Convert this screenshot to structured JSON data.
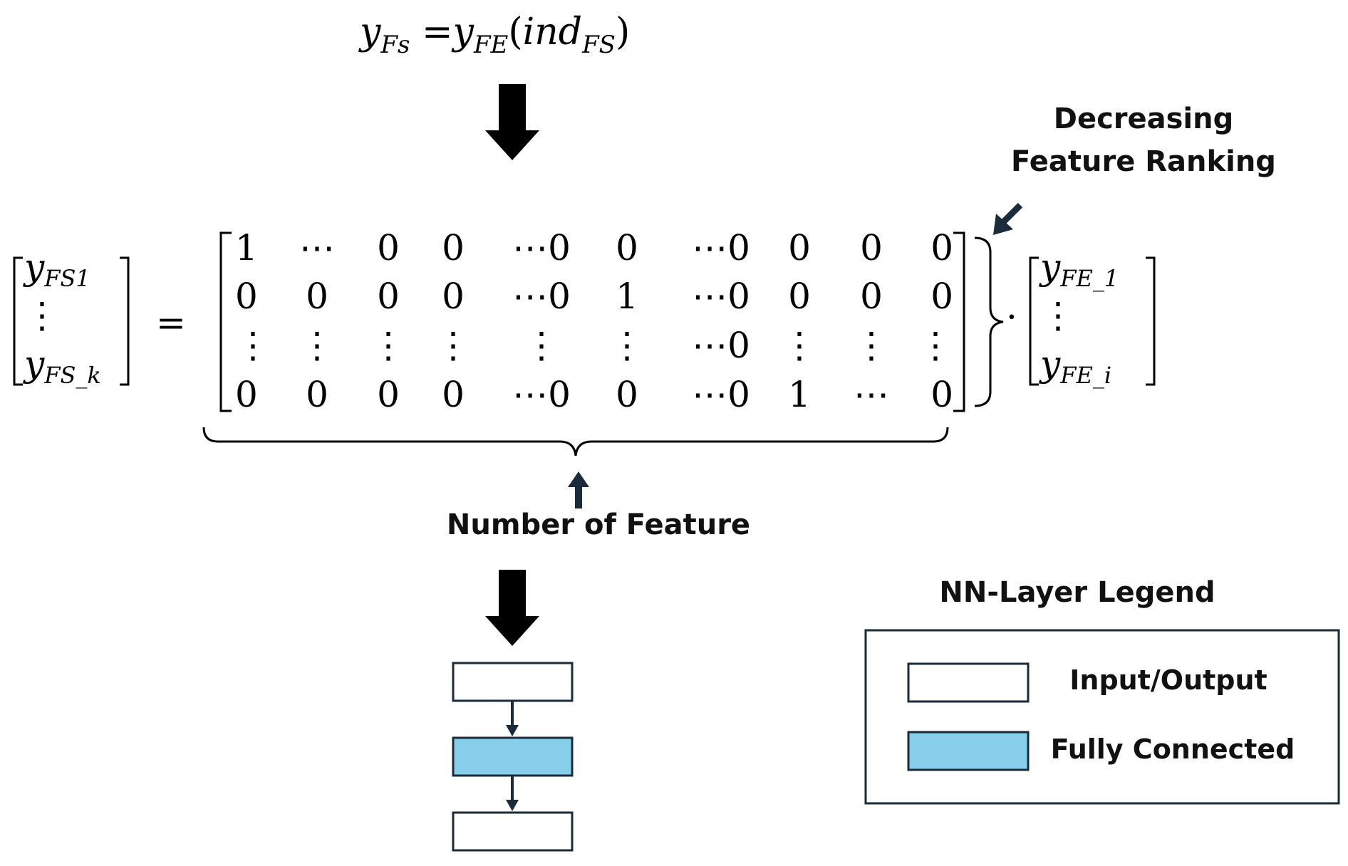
{
  "formula": {
    "lhs": "y",
    "lhs_sub": "Fs",
    "eq": " =",
    "rhs": "y",
    "rhs_sub": "FE",
    "paren_open": "(",
    "arg": "ind",
    "arg_sub": "FS",
    "paren_close": ")"
  },
  "left_vector": {
    "top": "y",
    "top_sub": "FS1",
    "bottom": "y",
    "bottom_sub": "FS_k",
    "vdots": "⋮"
  },
  "equals": "=",
  "matrix": {
    "rows": [
      [
        "1",
        "⋯",
        "0",
        "0",
        "⋯0",
        "0",
        "⋯0",
        "0",
        "0",
        "0"
      ],
      [
        "0",
        "0",
        "0",
        "0",
        "⋯0",
        "1",
        "⋯0",
        "0",
        "0",
        "0"
      ],
      [
        "⋮",
        "⋮",
        "⋮",
        "⋮",
        "⋮",
        "⋮",
        "⋯0",
        "⋮",
        "⋮",
        "⋮"
      ],
      [
        "0",
        "0",
        "0",
        "0",
        "⋯0",
        "0",
        "⋯0",
        "1",
        "⋯",
        "0"
      ]
    ]
  },
  "dot": "·",
  "right_vector": {
    "top": "y",
    "top_sub": "FE_1",
    "bottom": "y",
    "bottom_sub": "FE_i",
    "vdots": "⋮"
  },
  "labels": {
    "decreasing_line1": "Decreasing",
    "decreasing_line2": "Feature Ranking",
    "number_of_feature": "Number of Feature"
  },
  "legend": {
    "title": "NN-Layer Legend",
    "items": [
      {
        "label": "Input/Output",
        "color": "#ffffff"
      },
      {
        "label": "Fully Connected",
        "color": "#87ceeb"
      }
    ]
  },
  "network": {
    "layers": [
      {
        "type": "Input/Output",
        "color": "#ffffff"
      },
      {
        "type": "Fully Connected",
        "color": "#87ceeb"
      },
      {
        "type": "Input/Output",
        "color": "#ffffff"
      }
    ]
  },
  "colors": {
    "stroke": "#1a2b3c",
    "fully_connected": "#87ceeb"
  }
}
